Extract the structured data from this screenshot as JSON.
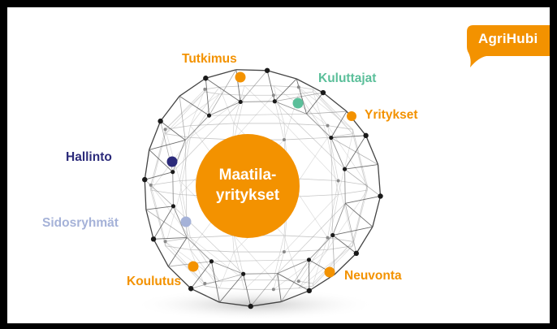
{
  "brand": {
    "name": "AgriHubi"
  },
  "center": {
    "line1": "Maatila-",
    "line2": "yritykset"
  },
  "stakeholders": {
    "tutkimus": "Tutkimus",
    "kuluttajat": "Kuluttajat",
    "yritykset": "Yritykset",
    "hallinto": "Hallinto",
    "sidosryhmat": "Sidosryhmät",
    "koulutus": "Koulutus",
    "neuvonta": "Neuvonta"
  },
  "colors": {
    "orange": "#f39200",
    "teal": "#5bbf9a",
    "navy": "#2b2a7a",
    "lavender": "#a5b2d8",
    "node": "#1a1a1a",
    "frame": "#000000"
  }
}
